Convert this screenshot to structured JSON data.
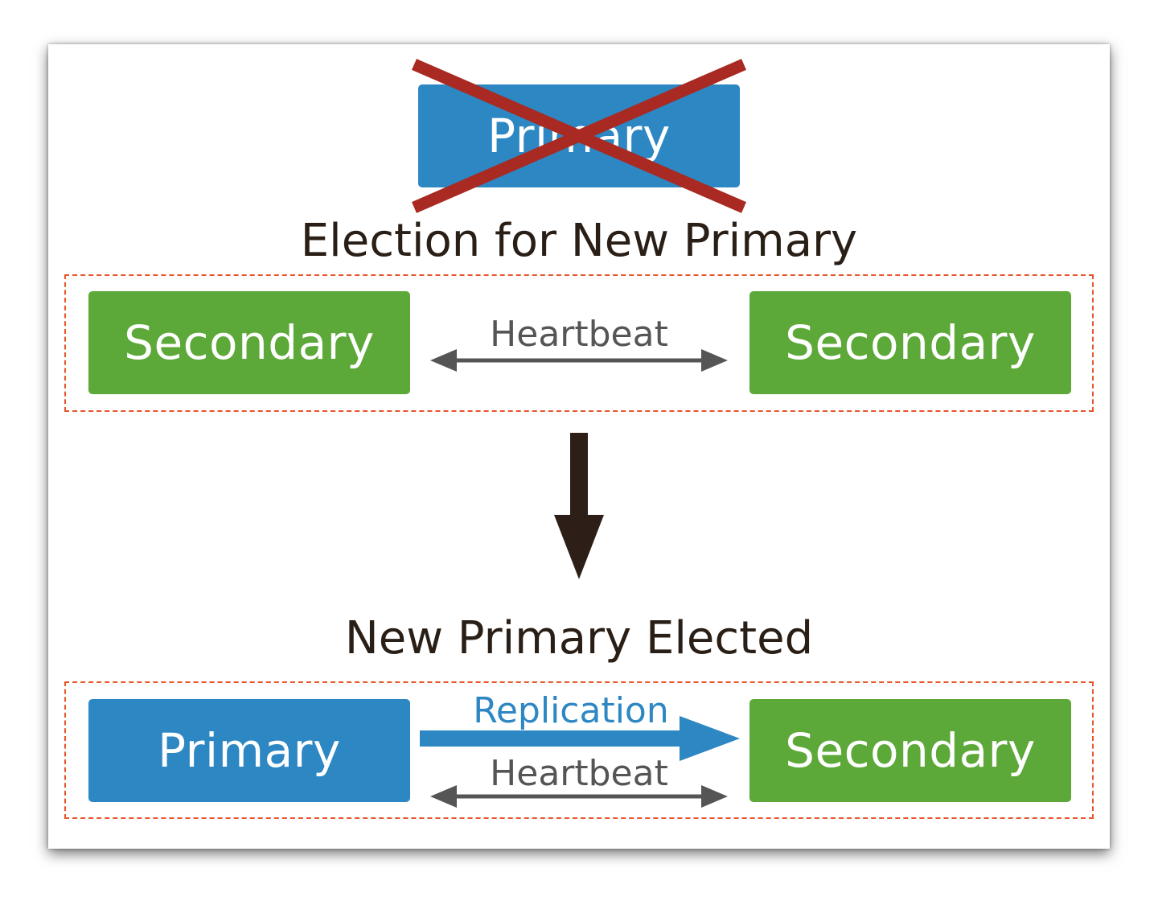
{
  "top": {
    "failed_node_label": "Primary",
    "failed_node_color": "#2d87c3",
    "cross_color": "#a82a22"
  },
  "election": {
    "heading": "Election for New Primary",
    "left_node_label": "Secondary",
    "right_node_label": "Secondary",
    "link_label": "Heartbeat",
    "node_color": "#5ca838",
    "group_border_color": "#e8542a"
  },
  "transition": {
    "arrow_color": "#2d1f17"
  },
  "elected": {
    "heading": "New Primary Elected",
    "left_node_label": "Primary",
    "right_node_label": "Secondary",
    "replication_label": "Replication",
    "heartbeat_label": "Heartbeat",
    "replication_color": "#2d87c3",
    "heartbeat_color": "#555555"
  }
}
